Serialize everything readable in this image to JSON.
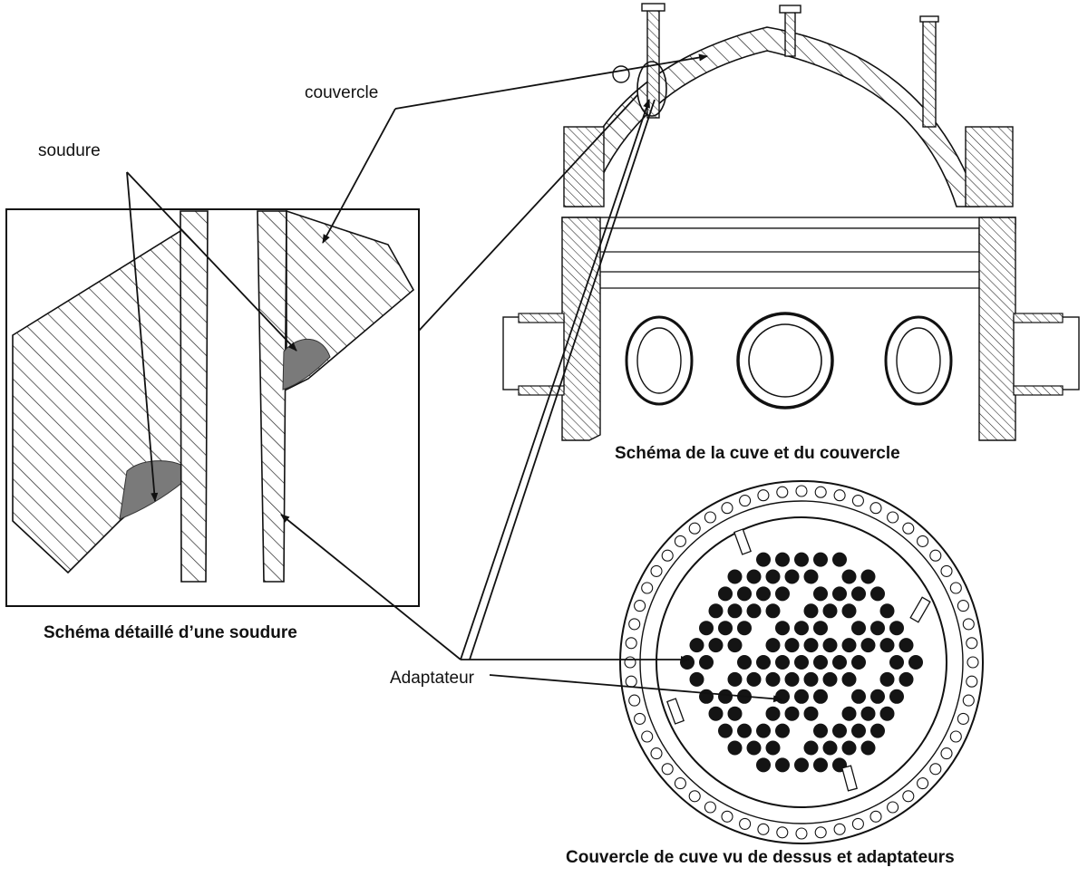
{
  "labels": {
    "couvercle": "couvercle",
    "soudure": "soudure",
    "adaptateur": "Adaptateur"
  },
  "captions": {
    "detail": "Schéma détaillé d’une soudure",
    "vessel": "Schéma de la cuve et du couvercle",
    "top_view": "Couvercle de cuve vu de dessus et adaptateurs"
  },
  "colors": {
    "ink": "#111111",
    "weld": "#7a7a7a",
    "adapter": "#141414"
  }
}
